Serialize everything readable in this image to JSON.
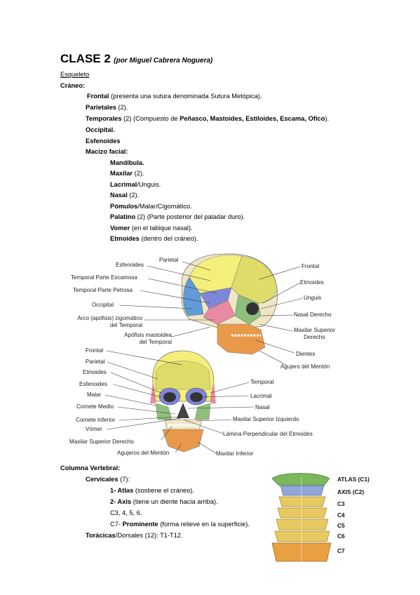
{
  "header": {
    "title": "CLASE 2",
    "subtitle": "(por Miguel Cabrera Noguera)"
  },
  "section_skeleton": "Esqueleto",
  "craneo": {
    "heading": "Cráneo:",
    "frontal": {
      "bold": "Frontal",
      "rest": " (presenta una sutura denominada Sutura Metópica)."
    },
    "parietales": {
      "bold": "Parietales",
      "rest": " (2)."
    },
    "temporales": {
      "bold": "Temporales",
      "rest": " (2) (Compuesto de ",
      "bold2": "Peñasco, Mastoides, Estiloides, Escama, Ofico",
      "rest2": ")."
    },
    "occipital": "Occipital.",
    "esfenoides": "Esfenoides",
    "macizo": "Macizo facial:",
    "mandibula": "Mandíbula.",
    "maxilar": {
      "bold": "Maxilar",
      "rest": " (2)."
    },
    "lacrimal": {
      "bold": "Lacrimal",
      "rest": "/Unguis."
    },
    "nasal": {
      "bold": "Nasal",
      "rest": " (2)."
    },
    "pomulos": {
      "bold": "Pómulos",
      "rest": "/Malar/Cigomático."
    },
    "palatino": {
      "bold": "Palatino",
      "rest": " (2) (Parte posterior del paladar duro)."
    },
    "vomer": {
      "bold": "Vomer",
      "rest": " (en el tabique nasal)."
    },
    "etmoides": {
      "bold": "Etmoides",
      "rest": " (dentro del cráneo)."
    }
  },
  "lateral_labels": {
    "parietal": "Parietal",
    "esfenoides": "Esfenoides",
    "temporal_escamosa": "Temporal Parte Escamosa",
    "temporal_petrosa": "Temporal Parte Petrosa",
    "occipital": "Occipital",
    "arco1": "Arco (apófisis) zigomático",
    "arco2": "del Temporal",
    "apofisis1": "Apófisis mastoidea",
    "apofisis2": "del Temporal",
    "frontal": "Frontal",
    "etmoides": "Etmoides",
    "unguis": "Unguis",
    "nasal_derecho": "Nasal Derecho",
    "maxilar_sup1": "Maxilar Superior",
    "maxilar_sup2": "Derecho",
    "dientes": "Dientes",
    "agujero_menton": "Agujero del Mentón"
  },
  "frontal_labels": {
    "frontal": "Frontal",
    "parietal": "Parietal",
    "etmoides": "Etmoides",
    "esfenoides": "Esfenoides",
    "malar": "Malar",
    "cornete_medio": "Cornete Medio",
    "cornete_inferior": "Cornete Inferior",
    "vomer": "Vómer",
    "maxilar_sup_der": "Maxilar Superior Derecho",
    "agujeros_menton": "Agujeros del Mentón",
    "temporal": "Temporal",
    "lacrimal": "Lacrimal",
    "nasal": "Nasal",
    "maxilar_sup_izq": "Maxilar Superior Izquierdo",
    "lamina": "Lámina Perpendicular del Etmoides",
    "maxilar_inf": "Maxilar Inferior"
  },
  "columna": {
    "heading": "Columna Vertebral:",
    "cervicales": {
      "bold": "Cervicales",
      "rest": " (7):"
    },
    "atlas": {
      "bold": "1- Atlas",
      "rest": " (sostiene el cráneo)."
    },
    "axis": {
      "bold": "2- Axis",
      "rest": " (tiene un diente hacia arriba)."
    },
    "c3": "C3, 4, 5, 6.",
    "c7": {
      "pre": "C7- ",
      "bold": "Prominente",
      "rest": " (forma relieve en la superficie)."
    },
    "toracicas": {
      "bold": "Torácicas",
      "rest": "/Dorsales (12): T1-T12."
    }
  },
  "vertebra_labels": {
    "atlas": "ATLAS (C1)",
    "axis": "AXIS (C2)",
    "c3": "C3",
    "c4": "C4",
    "c5": "C5",
    "c6": "C6",
    "c7": "C7"
  },
  "colors": {
    "parietal": "#f4ef7a",
    "frontal": "#e0dc6a",
    "temporal": "#e88aa0",
    "esfenoides": "#7f86d8",
    "occipital": "#5f9bd8",
    "facial": "#8ec07c",
    "jaw": "#e89a4a",
    "bone": "#efe6c6",
    "atlas": "#7ab85a",
    "axis": "#8ea6d8",
    "vert": "#e8c860",
    "c7": "#e8a040"
  }
}
